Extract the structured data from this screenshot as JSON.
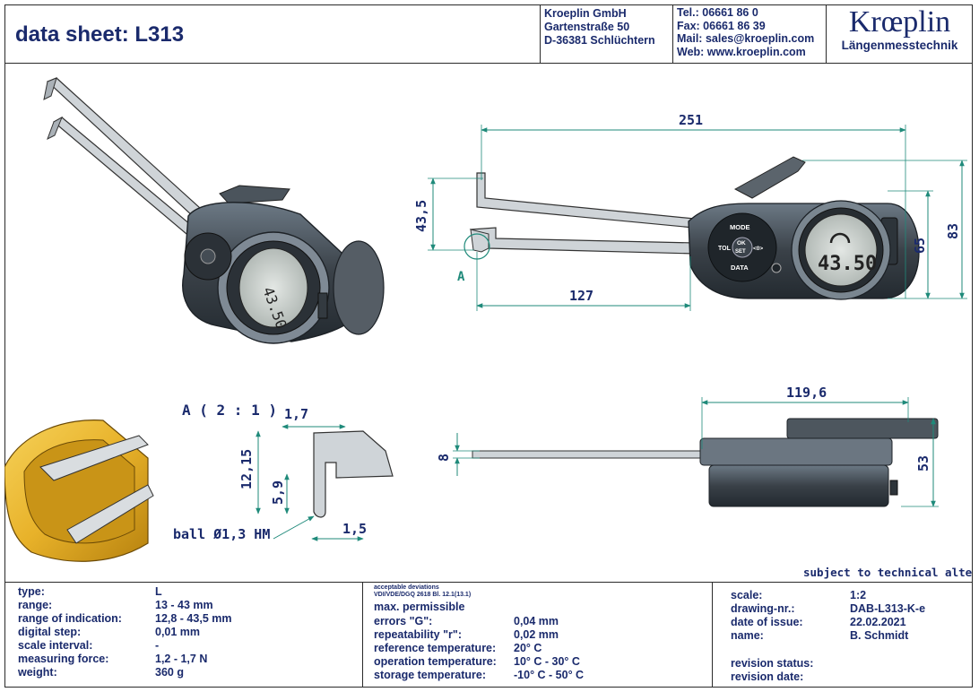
{
  "header": {
    "title": "data sheet:  L313",
    "company": {
      "name": "Kroeplin GmbH",
      "street": "Gartenstraße 50",
      "city": "D-36381 Schlüchtern"
    },
    "contact": {
      "tel": "Tel.:  06661 86 0",
      "fax": "Fax:  06661 86 39",
      "mail": "Mail: sales@kroeplin.com",
      "web": "Web: www.kroeplin.com"
    },
    "logo": {
      "wordmark": "Krœplin",
      "subtitle": "Längenmesstechnik"
    }
  },
  "drawing": {
    "dims": {
      "overall_length": "251",
      "jaw_length": "127",
      "depth_top": "43,5",
      "height_65": "65",
      "height_83": "83",
      "detail_marker": "A",
      "side_length": "119,6",
      "side_height": "53",
      "side_jaw": "8",
      "detail_title": "A ( 2 : 1 )",
      "tip_width": "1,7",
      "tip_height": "12,15",
      "tip_ball_height": "5,9",
      "tip_offset": "1,5",
      "ball": "ball Ø1,3 HM"
    },
    "display": {
      "reading": "43.50",
      "mode_label": "MODE",
      "tol_label": "TOL",
      "ok_label": "OK",
      "set_label": "SET",
      "data_label": "DATA",
      "zero_label": "<0>"
    },
    "note": "subject to technical alterations"
  },
  "specs": {
    "rows": [
      {
        "label": "type:",
        "value": "L"
      },
      {
        "label": "range:",
        "value": "13 - 43 mm"
      },
      {
        "label": "range of indication:",
        "value": "12,8 - 43,5 mm"
      },
      {
        "label": "digital step:",
        "value": "0,01 mm"
      },
      {
        "label": "scale interval:",
        "value": "-"
      },
      {
        "label": "measuring force:",
        "value": "1,2 - 1,7 N"
      },
      {
        "label": "weight:",
        "value": "360 g"
      }
    ]
  },
  "deviations": {
    "heading1": "acceptable deviations",
    "heading2": "VDI/VDE/DGQ 2618 Bl. 12.1(13.1)",
    "heading3": "max. permissible",
    "rows": [
      {
        "label": "errors \"G\":",
        "value": "0,04 mm"
      },
      {
        "label": "repeatability \"r\":",
        "value": "0,02 mm"
      },
      {
        "label": "reference temperature:",
        "value": "20° C"
      },
      {
        "label": "operation temperature:",
        "value": "10° C - 30° C"
      },
      {
        "label": "storage temperature:",
        "value": "-10° C - 50° C"
      }
    ]
  },
  "titleblock": {
    "rows": [
      {
        "label": "scale:",
        "value": "1:2"
      },
      {
        "label": "drawing-nr.:",
        "value": "DAB-L313-K-e"
      },
      {
        "label": "date of issue:",
        "value": "22.02.2021"
      },
      {
        "label": "name:",
        "value": "B. Schmidt"
      }
    ],
    "revision_status": "revision status:",
    "revision_date": "revision date:"
  },
  "colors": {
    "ink": "#1a2a6c",
    "dimension": "#1f8a7a",
    "body_dark": "#3a4148",
    "body_light": "#8a96a3",
    "gold": "#e8b22a"
  }
}
